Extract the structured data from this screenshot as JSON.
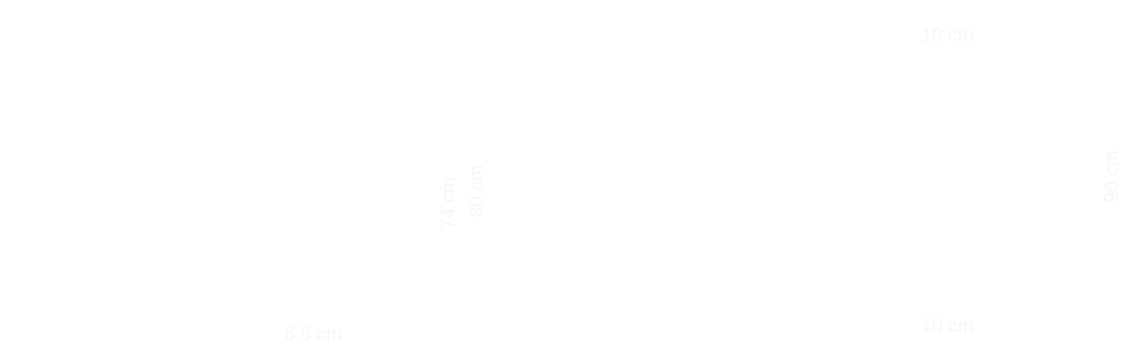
{
  "diagram": {
    "label_color": "#f6f6f6",
    "background_color": "#ffffff",
    "labels": {
      "top_depth": "10 cm",
      "bottom_depth": "10 cm",
      "right_height": "90 cm",
      "inner_height_a": "74 cm",
      "inner_height_b": "80 cm",
      "bottom_width": "6,5 cm"
    }
  }
}
